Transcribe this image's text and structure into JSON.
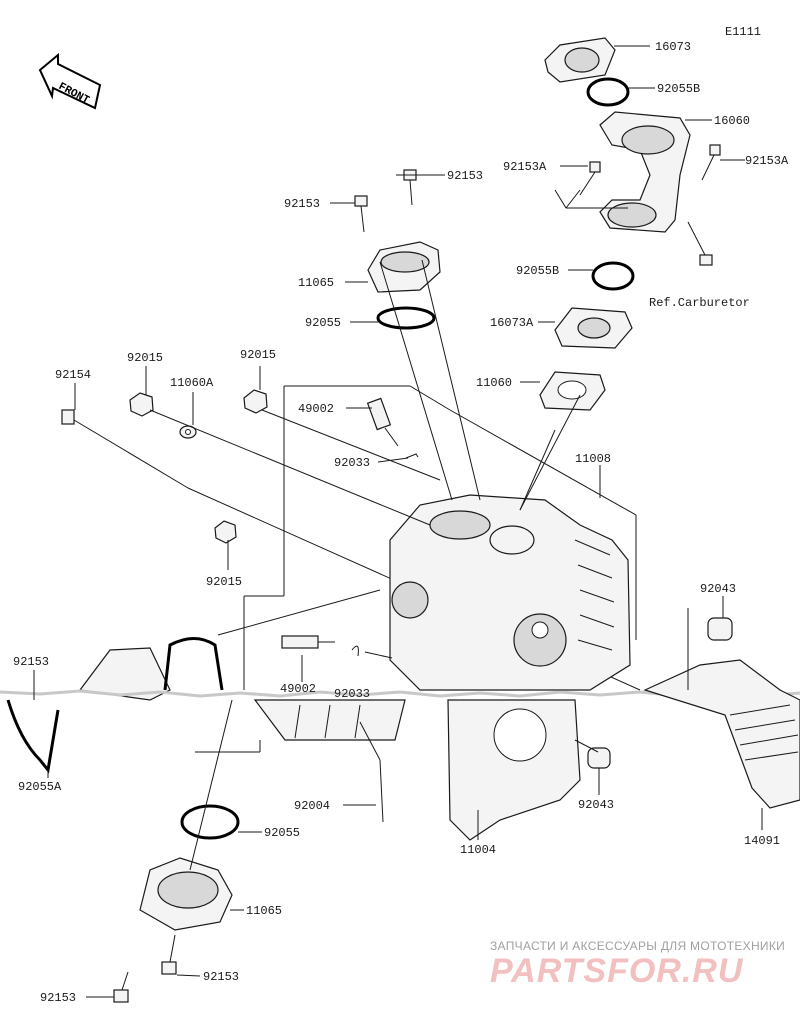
{
  "diagram_code": "E1111",
  "front_label": "FRONT",
  "ref_note": "Ref.Carburetor",
  "labels": {
    "p16073": "16073",
    "p92055B_top": "92055B",
    "p16060": "16060",
    "p92153A_left": "92153A",
    "p92153A_right": "92153A",
    "p92055B_mid": "92055B",
    "p16073A": "16073A",
    "p11060": "11060",
    "p92153_top_a": "92153",
    "p92153_top_b": "92153",
    "p11065_top": "11065",
    "p92055_top": "92055",
    "p92154": "92154",
    "p92015_a": "92015",
    "p11060A": "11060A",
    "p92015_b": "92015",
    "p49002_top": "49002",
    "p92033_top": "92033",
    "p11008": "11008",
    "p92015_c": "92015",
    "p92043_top": "92043",
    "p92153_left": "92153",
    "p49002_bot": "49002",
    "p92033_bot": "92033",
    "p92055A": "92055A",
    "p92004": "92004",
    "p92043_bot": "92043",
    "p11004": "11004",
    "p14091": "14091",
    "p92055_bot": "92055",
    "p11065_bot": "11065",
    "p92153_bot_r": "92153",
    "p92153_bot_l": "92153"
  },
  "watermark": {
    "tagline": "ЗАПЧАСТИ И АКСЕССУАРЫ ДЛЯ МОТОТЕХНИКИ",
    "brand": "PARTSFOR.RU"
  },
  "colors": {
    "line": "#1a1a1a",
    "watermark_brand": "#f2c0c0",
    "watermark_tagline": "#a0a0a0"
  }
}
